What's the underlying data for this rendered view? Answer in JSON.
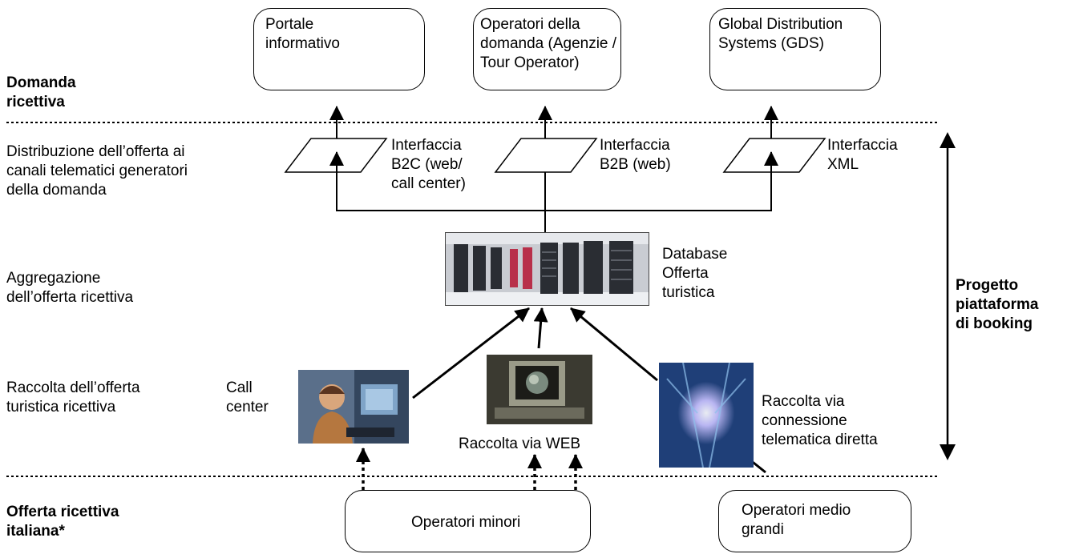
{
  "levels": {
    "domanda": "Domanda\nricettiva",
    "distribuzione": "Distribuzione dell’offerta ai\ncanali telematici  generatori\ndella domanda",
    "aggregazione": "Aggregazione\ndell’offerta ricettiva",
    "raccolta": "Raccolta dell’offerta\nturistica ricettiva",
    "offerta": "Offerta ricettiva\nitaliana*"
  },
  "demand_boxes": [
    {
      "label": "Portale\ninformativo"
    },
    {
      "label": "Operatori della\ndomanda (Agenzie /\nTour Operator)"
    },
    {
      "label": "Global Distribution\nSystems (GDS)"
    }
  ],
  "interfaces": [
    {
      "label": "Interfaccia\nB2C (web/\ncall center)"
    },
    {
      "label": "Interfaccia\nB2B (web)"
    },
    {
      "label": "Interfaccia\nXML"
    }
  ],
  "database_label": "Database\nOfferta\nturistica",
  "collection": {
    "call_center": "Call\ncenter",
    "web": "Raccolta via WEB",
    "direct": "Raccolta via\nconnessione\ntelematica diretta"
  },
  "supply_boxes": [
    {
      "label": "Operatori minori"
    },
    {
      "label": "Operatori medio\ngrandi"
    }
  ],
  "project_label": "Progetto\npiattaforma\ndi booking",
  "colors": {
    "line": "#000000",
    "background": "#ffffff"
  }
}
